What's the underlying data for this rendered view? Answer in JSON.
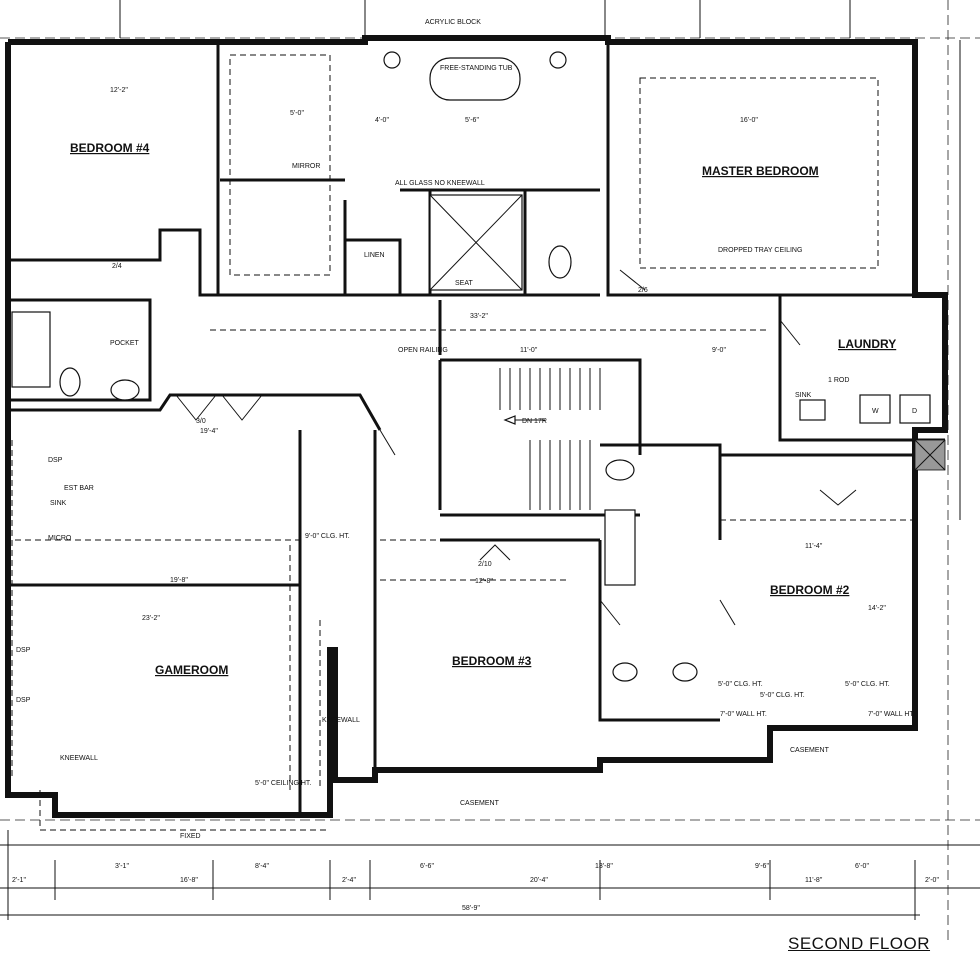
{
  "title": "SECOND FLOOR",
  "rooms": {
    "bedroom4": "BEDROOM #4",
    "master": "MASTER BEDROOM",
    "laundry": "LAUNDRY",
    "gameroom": "GAMEROOM",
    "bedroom3": "BEDROOM #3",
    "bedroom2": "BEDROOM #2"
  },
  "notes": {
    "tub": "FREE-STANDING TUB",
    "acrylic": "ACRYLIC BLOCK",
    "glass": "ALL GLASS NO KNEEWALL",
    "mirror": "MIRROR",
    "linen": "LINEN",
    "seat": "SEAT",
    "trayceil": "DROPPED TRAY CEILING",
    "pocket": "POCKET",
    "railing": "OPEN RAILING",
    "dn": "DN 17R",
    "rod": "1 ROD",
    "sink": "SINK",
    "sink2": "SINK",
    "micro": "MICRO",
    "bar": "EST BAR",
    "dsp1": "DSP",
    "dsp2": "DSP",
    "dsp3": "DSP",
    "kneewall1": "KNEEWALL",
    "kneewall2": "KNEEWALL",
    "clg1": "9'-0\" CLG. HT.",
    "clg2": "5'-0\" CLG. HT.",
    "clg3": "5'-0\" CLG. HT.",
    "clg4": "5'-0\" CLG. HT.",
    "casement1": "CASEMENT",
    "casement2": "CASEMENT",
    "fixed": "FIXED",
    "washer": "W",
    "dryer": "D",
    "wall1": "7'-0\" WALL HT.",
    "wall2": "7'-0\" WALL HT.",
    "clgvar": "5'-0\" CEILING HT."
  },
  "dims": {
    "d1": "12'-2\"",
    "d2": "4'-0\"",
    "d3": "5'-6\"",
    "d4": "16'-0\"",
    "d5": "33'-2\"",
    "d6": "11'-0\"",
    "d7": "9'-0\"",
    "d8": "19'-4\"",
    "d9": "19'-8\"",
    "d10": "23'-2\"",
    "d11": "12'-8\"",
    "d12": "11'-4\"",
    "d13": "14'-2\"",
    "d14": "5'-0\"",
    "d15": "2'-1\"",
    "d16": "16'-8\"",
    "d17": "2'-4\"",
    "d18": "20'-4\"",
    "d19": "11'-8\"",
    "d20": "2'-0\"",
    "d21": "58'-9\"",
    "d22": "3'-1\"",
    "d23": "8'-4\"",
    "d24": "6'-6\"",
    "d25": "13'-8\"",
    "d26": "9'-6\"",
    "d27": "6'-0\"",
    "d28": "2/4",
    "d29": "2/6",
    "d30": "3/0",
    "d31": "2/10"
  }
}
